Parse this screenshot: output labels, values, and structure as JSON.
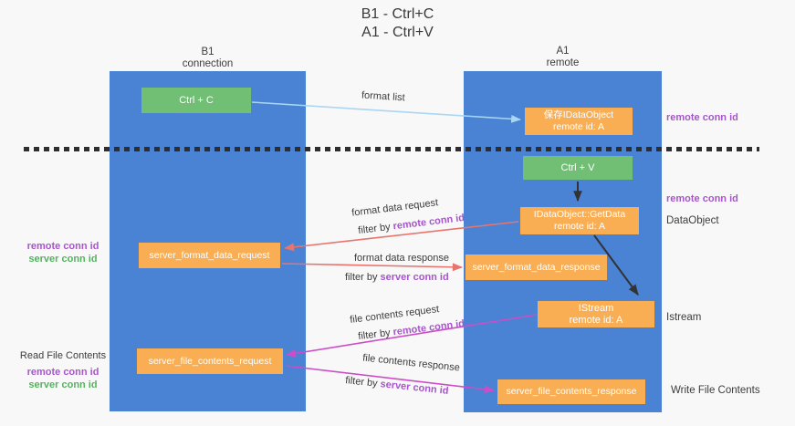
{
  "title": {
    "line1": "B1 - Ctrl+C",
    "line2": "A1 - Ctrl+V"
  },
  "columns": {
    "left": {
      "name": "B1",
      "role": "connection"
    },
    "right": {
      "name": "A1",
      "role": "remote"
    }
  },
  "boxes": {
    "ctrl_c": {
      "label": "Ctrl + C"
    },
    "save_dataobject": {
      "line1": "保存IDataObject",
      "line2": "remote id: A"
    },
    "ctrl_v": {
      "label": "Ctrl + V"
    },
    "getdata": {
      "line1": "IDataObject::GetData",
      "line2": "remote id: A"
    },
    "format_request": {
      "label": "server_format_data_request"
    },
    "format_response": {
      "label": "server_format_data_response"
    },
    "istream": {
      "line1": "IStream",
      "line2": "remote id: A"
    },
    "file_request": {
      "label": "server_file_contents_request"
    },
    "file_response": {
      "label": "server_file_contents_response"
    }
  },
  "arrow_labels": {
    "format_list": "format list",
    "format_data_request": "format data request",
    "format_data_response": "format data response",
    "file_contents_request": "file contents request",
    "file_contents_response": "file contents response",
    "filter_by": "filter by ",
    "remote_conn_id": "remote conn id",
    "server_conn_id": "server conn id"
  },
  "side_labels": {
    "left": {
      "remote_conn_id": "remote conn id",
      "server_conn_id": "server conn id",
      "read_file_contents": "Read File Contents",
      "remote_conn_id_2": "remote conn id",
      "server_conn_id_2": "server conn id"
    },
    "right": {
      "remote_conn_id_top": "remote conn id",
      "remote_conn_id_mid": "remote conn id",
      "dataobject": "DataObject",
      "istream": "Istream",
      "write_file_contents": "Write File Contents"
    }
  },
  "colors": {
    "background": "#f8f8f9",
    "column_blue": "#4a82d4",
    "box_green": "#71bf74",
    "box_orange": "#f9ae53",
    "arrow_light_blue": "#a9d6f2",
    "arrow_red": "#e8756d",
    "arrow_magenta": "#cb4ec6",
    "arrow_black": "#333333",
    "text_purple": "#a855cb",
    "text_green": "#55b25f",
    "text_dark": "#3c3c3c"
  }
}
